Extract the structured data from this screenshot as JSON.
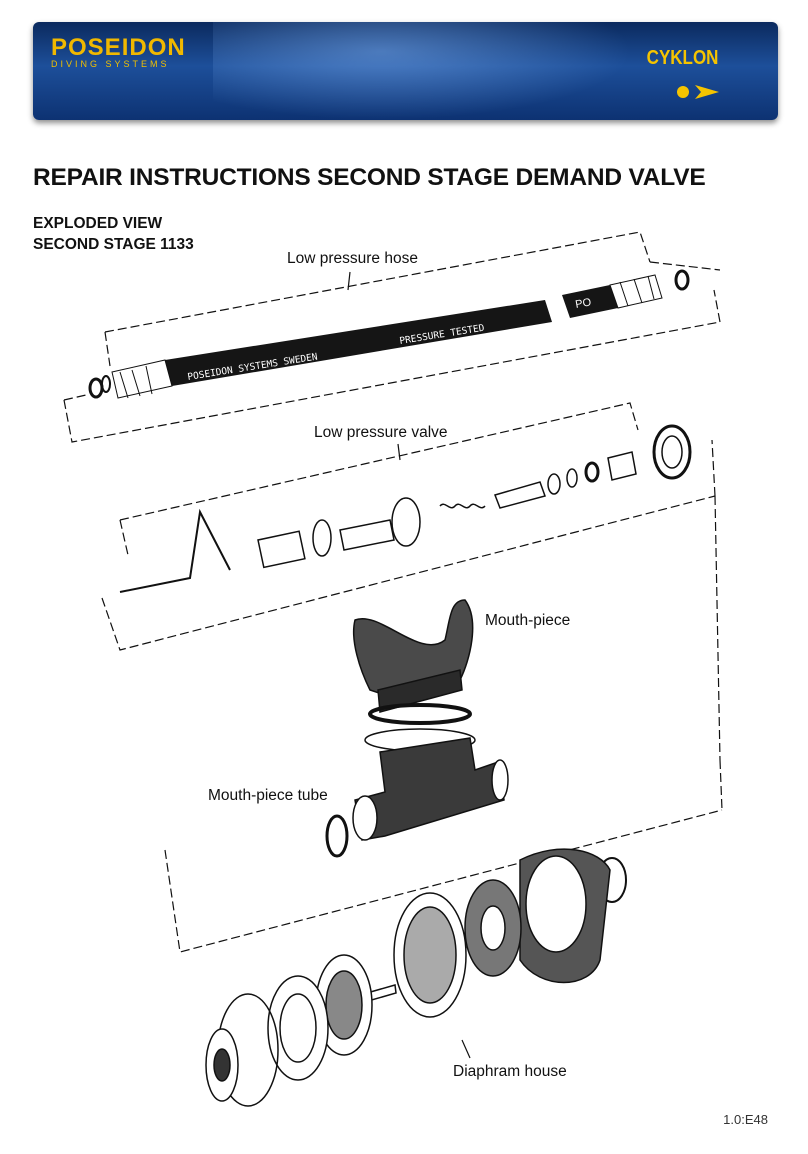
{
  "header": {
    "brand": "POSEIDON",
    "brand_sub": "DIVING SYSTEMS",
    "model": "CYKLON",
    "brand_color": "#f0b800",
    "banner_color": "#1d4f9a"
  },
  "title": "REPAIR INSTRUCTIONS SECOND STAGE DEMAND VALVE",
  "subtitle_line1": "EXPLODED VIEW",
  "subtitle_line2": "SECOND STAGE 1133",
  "labels": {
    "low_pressure_hose": "Low pressure hose",
    "low_pressure_valve": "Low pressure valve",
    "mouth_piece": "Mouth-piece",
    "mouth_piece_tube": "Mouth-piece tube",
    "diaphram_house": "Diaphram house"
  },
  "hose_print_1": "POSEIDON SYSTEMS SWEDEN",
  "hose_print_2": "PRESSURE TESTED",
  "fitting_print": "PO",
  "page_number": "1.0:E48"
}
